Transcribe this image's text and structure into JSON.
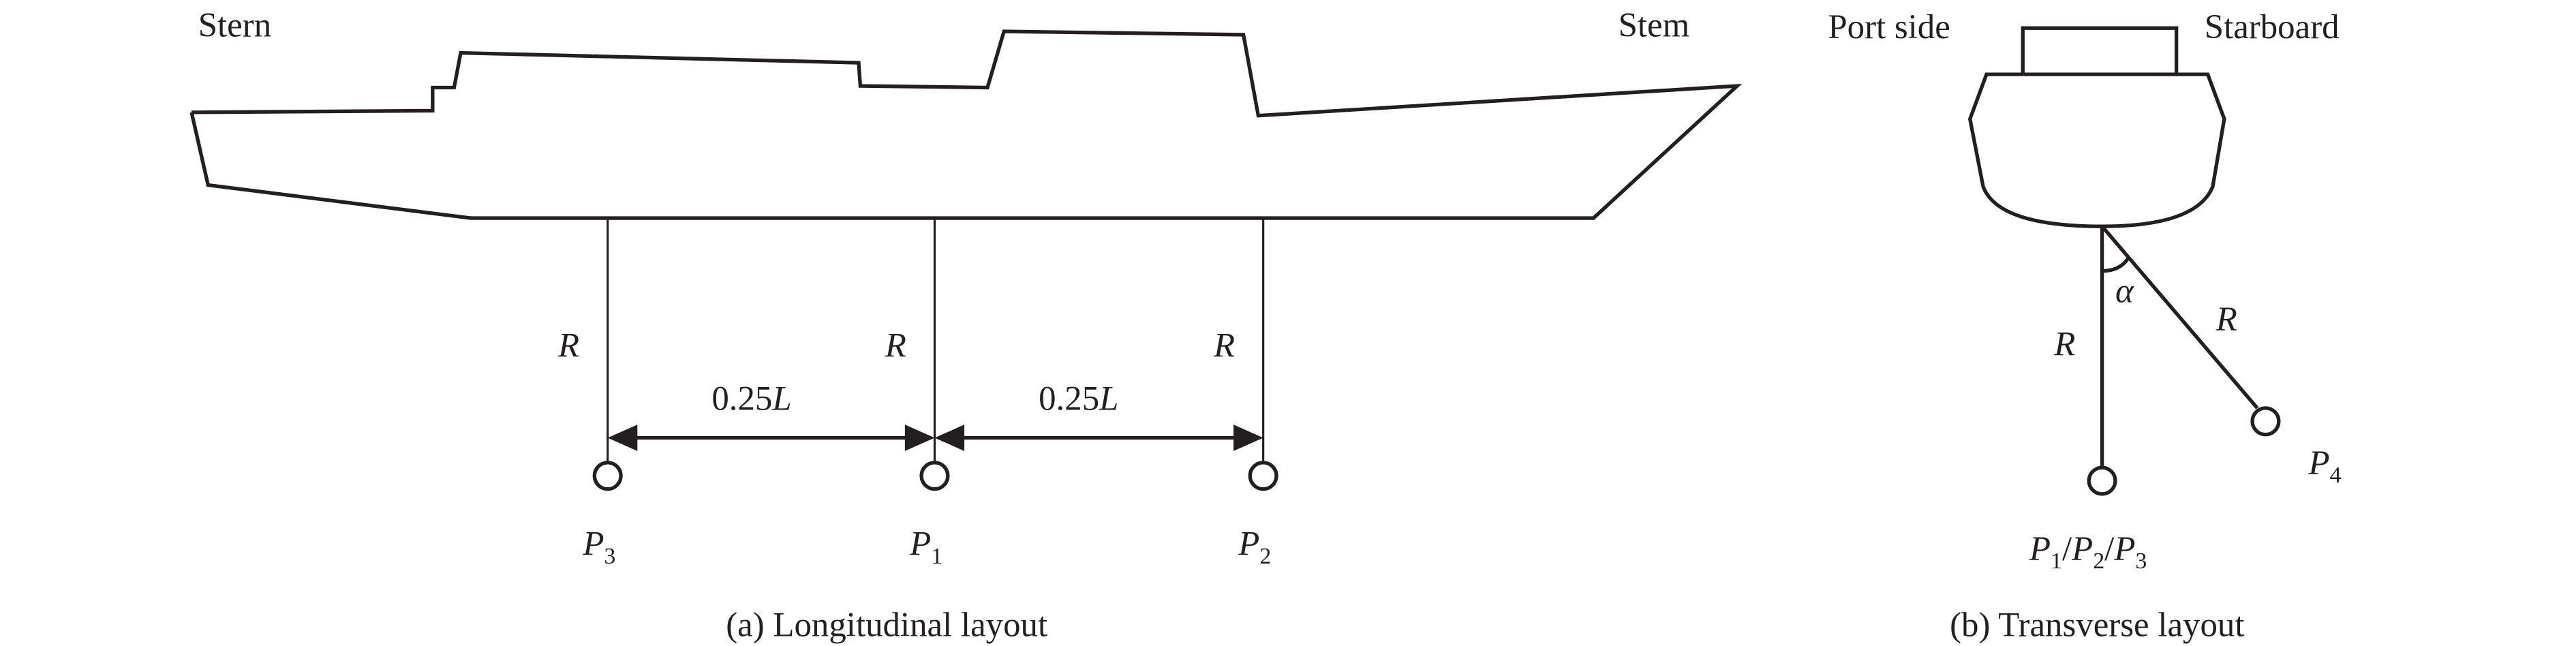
{
  "longitudinal": {
    "stern_label": "Stern",
    "stem_label": "Stem",
    "radius_label": "R",
    "spacing_labels": [
      {
        "value": "0.25",
        "unit": "L"
      },
      {
        "value": "0.25",
        "unit": "L"
      }
    ],
    "points": [
      {
        "main": "P",
        "sub": "3"
      },
      {
        "main": "P",
        "sub": "1"
      },
      {
        "main": "P",
        "sub": "2"
      }
    ],
    "caption": "(a) Longitudinal layout"
  },
  "transverse": {
    "port_label": "Port side",
    "starboard_label": "Starboard",
    "angle_label": "α",
    "radius_label": "R",
    "p4": {
      "main": "P",
      "sub": "4"
    },
    "p123": [
      {
        "main": "P",
        "sub": "1"
      },
      {
        "main": "P",
        "sub": "2"
      },
      {
        "main": "P",
        "sub": "3"
      }
    ],
    "separator": "/",
    "caption": "(b) Transverse layout"
  }
}
